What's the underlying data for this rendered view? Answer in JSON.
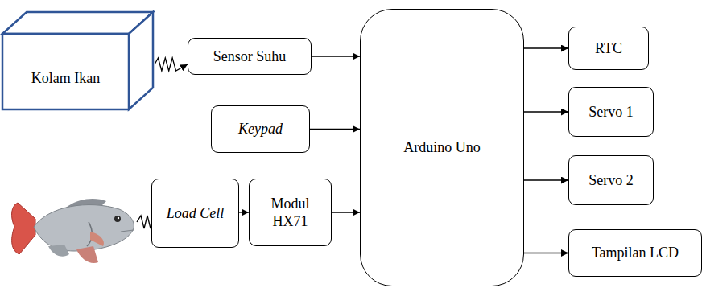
{
  "diagram": {
    "nodes": [
      {
        "text": [
          "Kolam Ikan"
        ]
      },
      {
        "text": [
          "Sensor Suhu"
        ]
      },
      {
        "text": [
          "Keypad"
        ]
      },
      {
        "text": [
          "Load Cell"
        ]
      },
      {
        "text": [
          "Modul HX71"
        ]
      },
      {
        "text": [
          "Arduino Uno"
        ]
      },
      {
        "text": [
          "RTC"
        ]
      },
      {
        "text": [
          "Servo 1"
        ]
      },
      {
        "text": [
          "Servo 2"
        ]
      },
      {
        "text": [
          "Tampilan LCD"
        ]
      }
    ],
    "edges": [
      {
        "from": 0,
        "to": 1,
        "arrow": "to"
      },
      {
        "from": 1,
        "to": 5,
        "arrow": "to"
      },
      {
        "from": 2,
        "to": 5,
        "arrow": "to"
      },
      {
        "from": 3,
        "to": 4,
        "arrow": "to"
      },
      {
        "from": 4,
        "to": 5,
        "arrow": "to"
      },
      {
        "from": 5,
        "to": 6,
        "arrow": "to"
      },
      {
        "from": 5,
        "to": 7,
        "arrow": "to"
      },
      {
        "from": 5,
        "to": 8,
        "arrow": "to"
      },
      {
        "from": 5,
        "to": 9,
        "arrow": "to"
      }
    ]
  }
}
